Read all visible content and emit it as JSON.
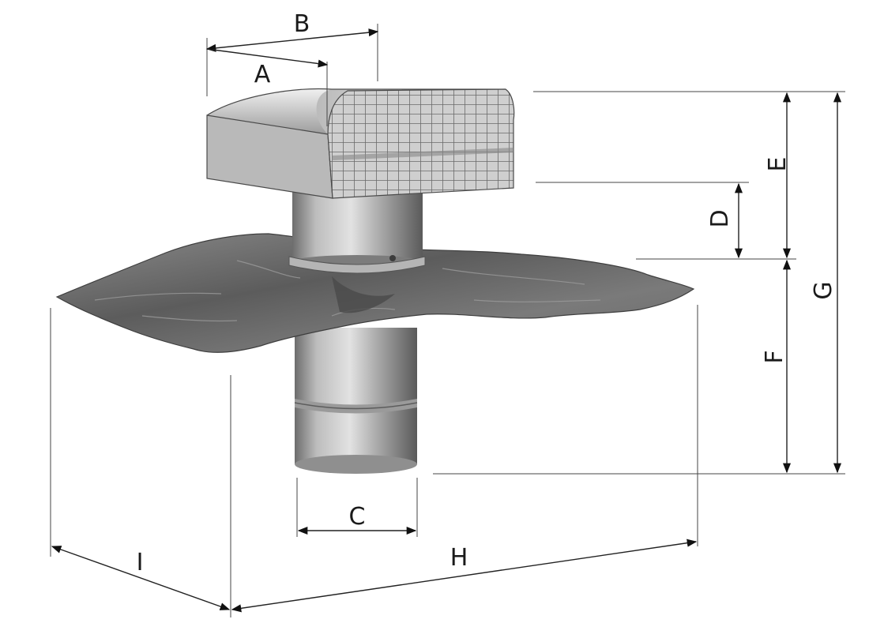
{
  "diagram": {
    "subject": "roof vent cap with flashing and duct",
    "dimensions": {
      "A": "A",
      "B": "B",
      "C": "C",
      "D": "D",
      "E": "E",
      "F": "F",
      "G": "G",
      "H": "H",
      "I": "I"
    },
    "colors": {
      "metal_light": "#d8d8d8",
      "metal_mid": "#a9a9a9",
      "metal_dark": "#5f5f5f",
      "flashing": "#6f6f6f",
      "line": "#222222"
    }
  }
}
